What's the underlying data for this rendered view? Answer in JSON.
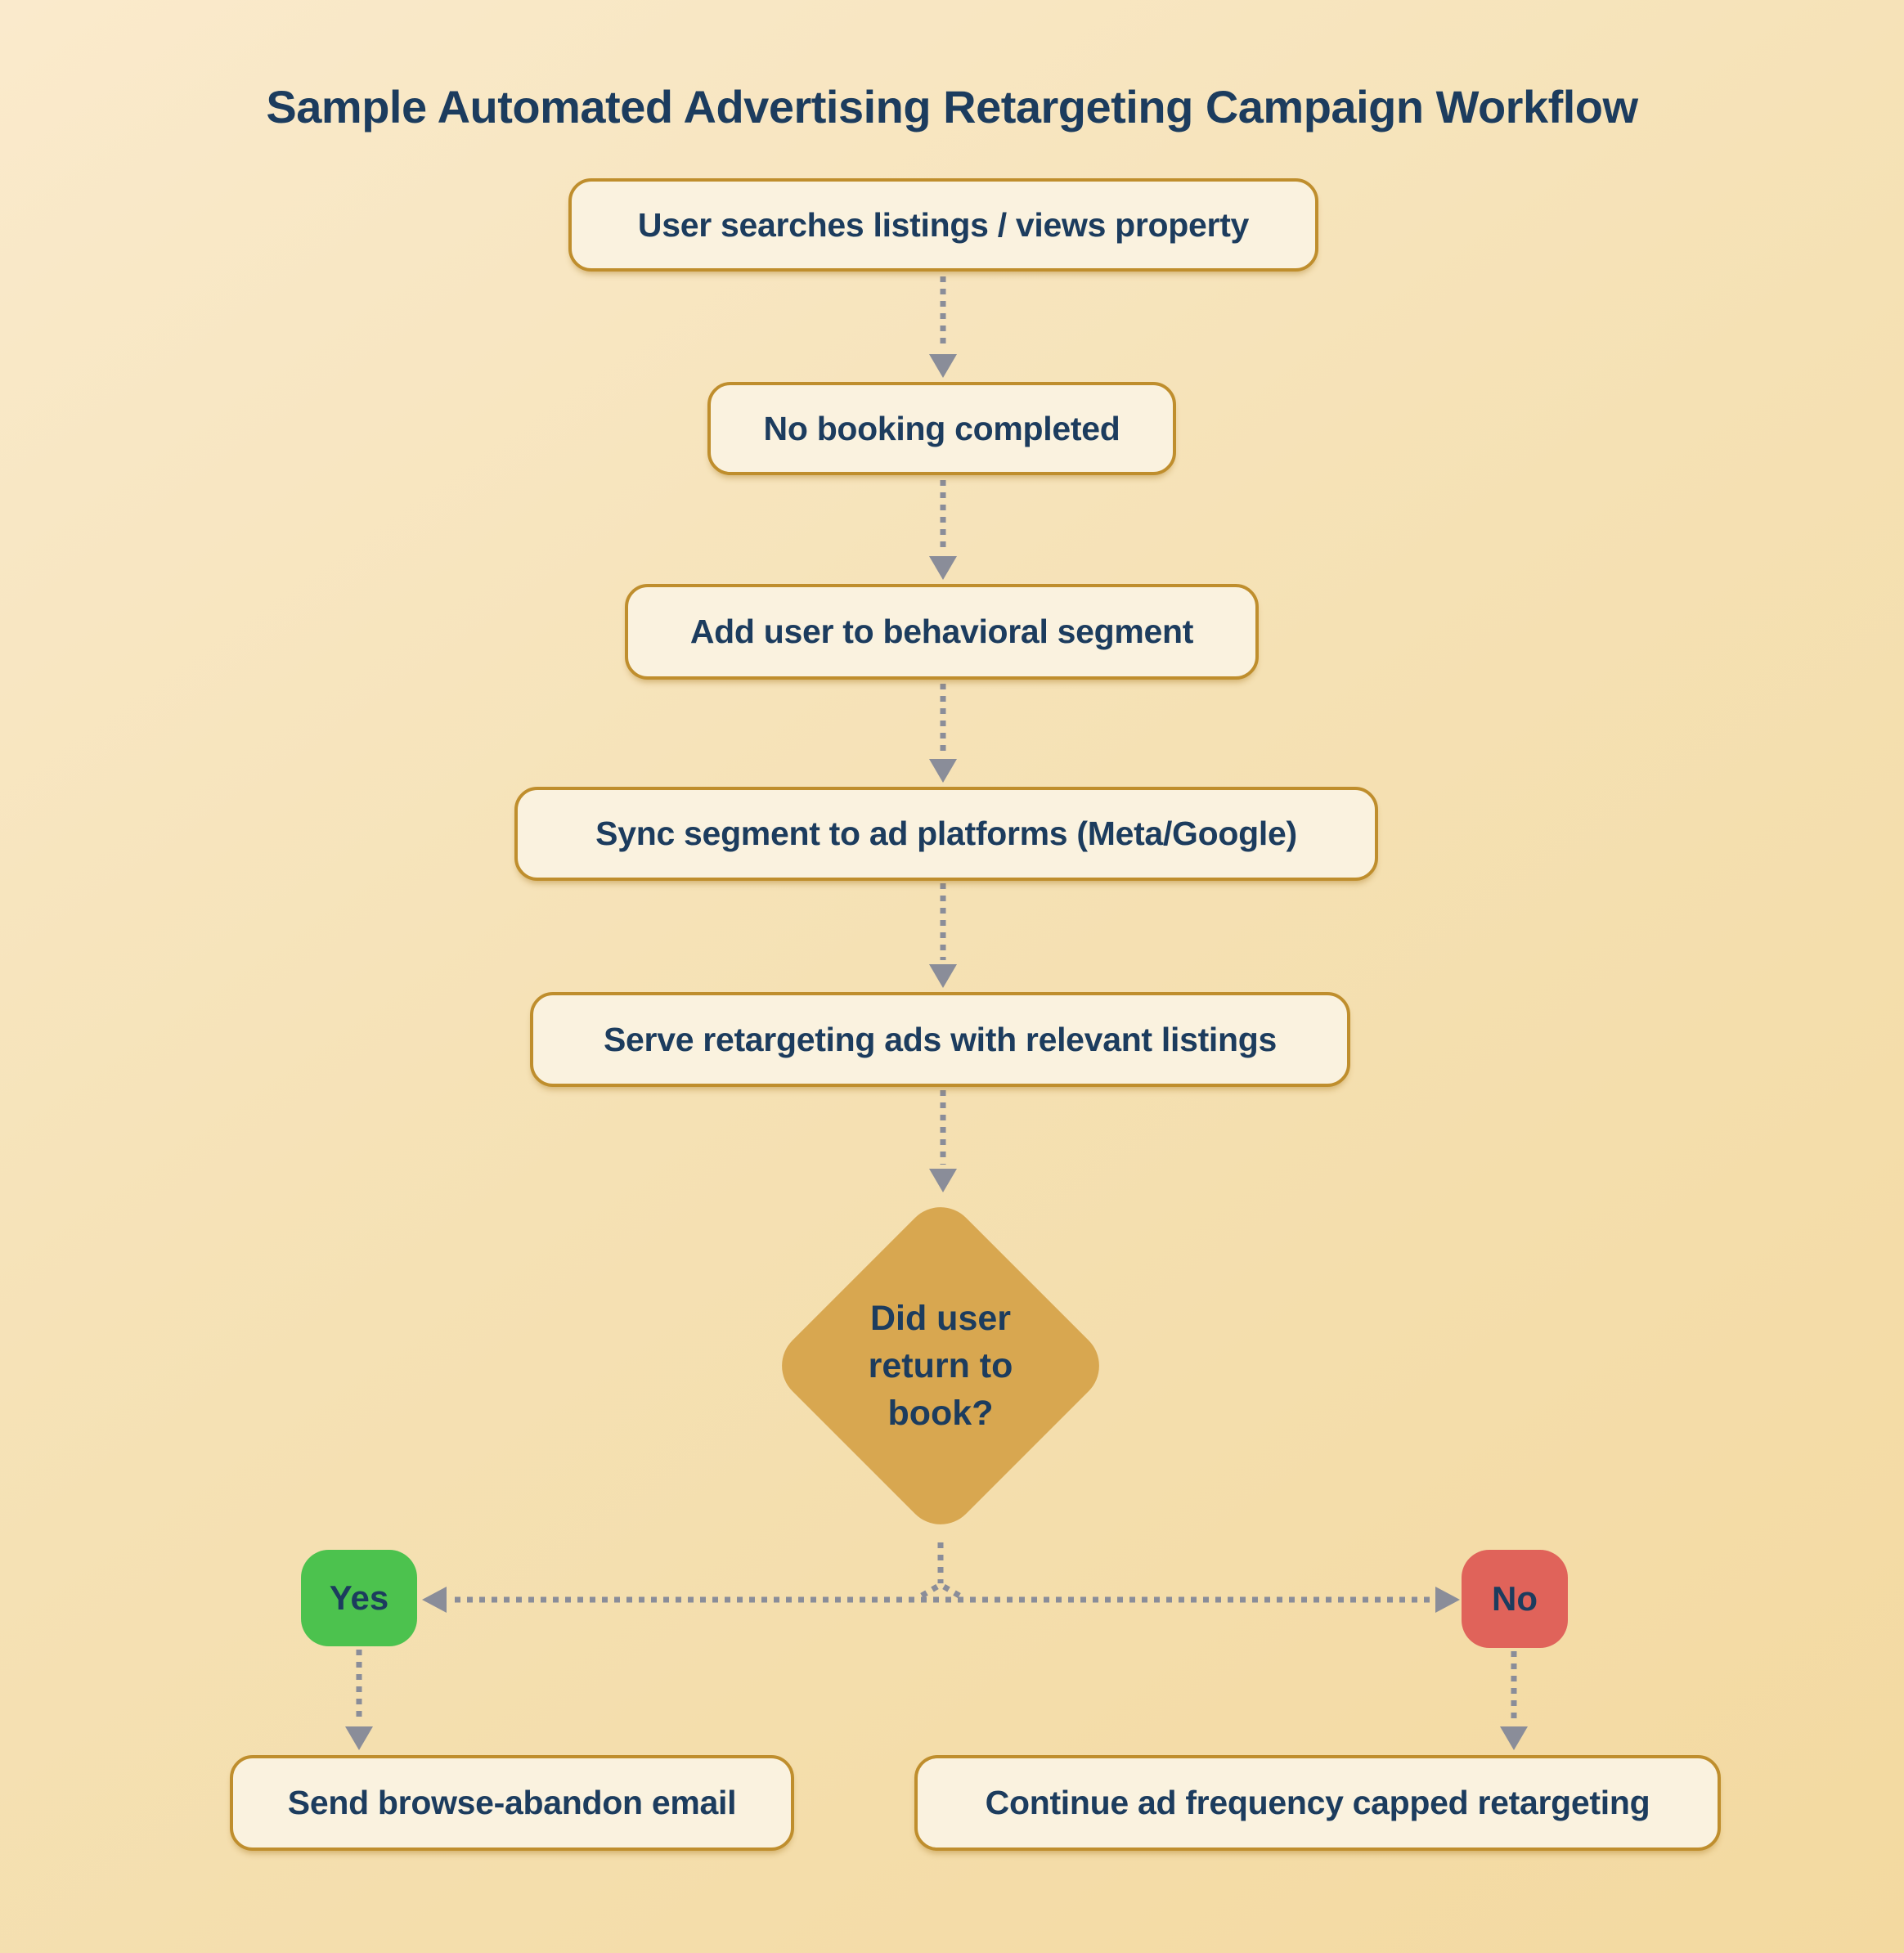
{
  "title": "Sample Automated Advertising Retargeting Campaign Workflow",
  "steps": [
    {
      "label": "User searches listings / views property"
    },
    {
      "label": "No booking completed"
    },
    {
      "label": "Add user to behavioral segment"
    },
    {
      "label": "Sync segment to ad platforms (Meta/Google)"
    },
    {
      "label": "Serve retargeting ads with relevant listings"
    }
  ],
  "decision": {
    "label": "Did user return to book?"
  },
  "branches": {
    "yes": "Yes",
    "no": "No"
  },
  "outcomes": {
    "yes": "Send browse-abandon email",
    "no": "Continue ad frequency capped retargeting"
  },
  "colors": {
    "background-start": "#FAEACC",
    "background-end": "#F3D9A0",
    "node-fill": "#FAF2DF",
    "node-border": "#BF8E2D",
    "text-navy": "#1C3C5E",
    "diamond-fill": "#D8A750",
    "yes-green": "#4CC24E",
    "no-red": "#E0635A",
    "connector-gray": "#8A8D99"
  }
}
